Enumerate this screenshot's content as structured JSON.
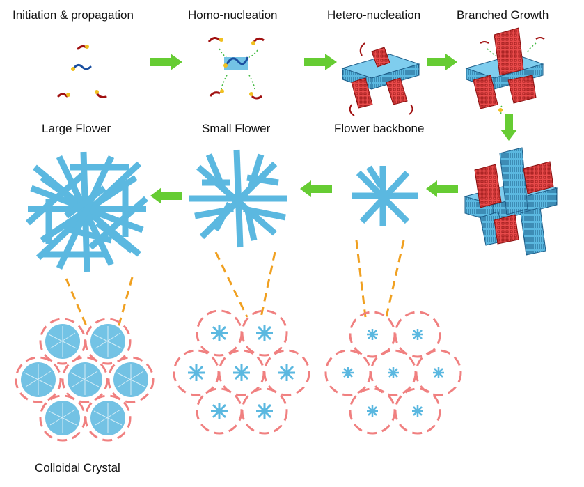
{
  "stages": {
    "initiation": "Initiation & propagation",
    "homo": "Homo-nucleation",
    "hetero": "Hetero-nucleation",
    "branched": "Branched Growth"
  },
  "products": {
    "large": "Large Flower",
    "small": "Small Flower",
    "backbone": "Flower backbone"
  },
  "bottom": {
    "colloidal": "Colloidal Crystal"
  },
  "colors": {
    "arrow": "#66cc33",
    "blue_rod": "#5bb8e0",
    "red_block": "#e84a4a",
    "chain_red": "#a01010",
    "chain_blue": "#1a4fa0",
    "end_yellow": "#f0c020",
    "dash_orange": "#f0a020",
    "circle_pink": "#f08080",
    "dotted_green": "#44bb44"
  }
}
